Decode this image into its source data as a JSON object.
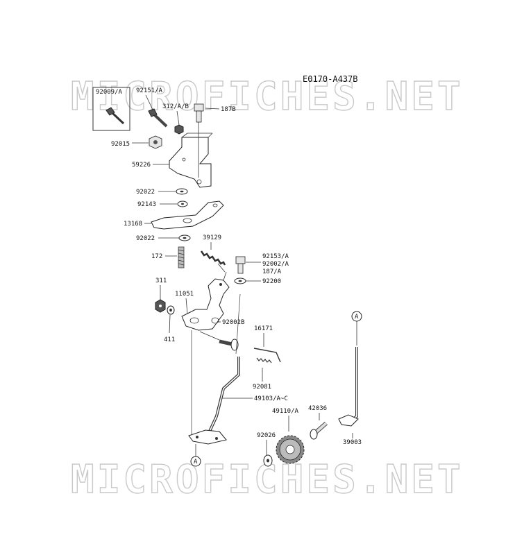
{
  "diagram_code": "E0170-A437B",
  "watermark": "MICROFICHES.NET",
  "parts": {
    "p92009": "92009/A",
    "p92151": "92151/A",
    "p312": "312/A/B",
    "p187b": "187B",
    "p92015": "92015",
    "p59226": "59226",
    "p92022a": "92022",
    "p92143": "92143",
    "p13168": "13168",
    "p92022b": "92022",
    "p39129": "39129",
    "p172": "172",
    "p92153": "92153/A",
    "p92002": "92002/A",
    "p187a": "187/A",
    "p92200": "92200",
    "p311": "311",
    "p11051": "11051",
    "p411": "411",
    "p92002b": "92002B",
    "p16171": "16171",
    "p92081": "92081",
    "p49103": "49103/A~C",
    "p49110": "49110/A",
    "p42036": "42036",
    "p92026": "92026",
    "p39003": "39003"
  },
  "ref_markers": {
    "top": "A",
    "bottom": "A"
  }
}
